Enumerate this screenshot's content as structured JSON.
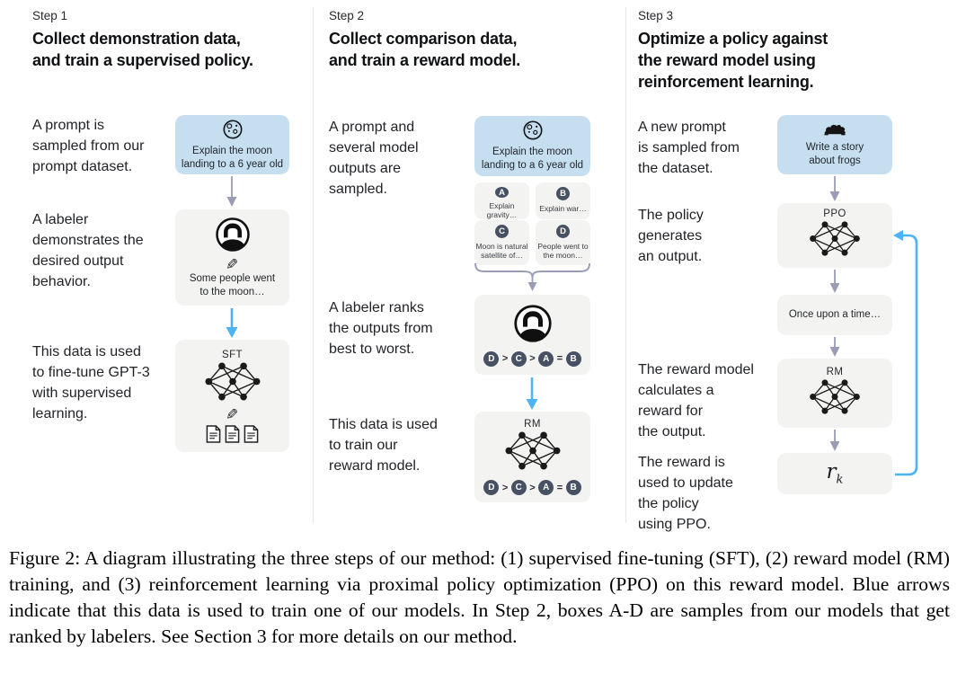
{
  "figure": {
    "step1": {
      "label": "Step 1",
      "title": "Collect demonstration data,\nand train a supervised policy.",
      "caption_prompt": "A prompt is\nsampled from our\nprompt dataset.",
      "caption_labeler": "A labeler\ndemonstrates the\ndesired output\nbehavior.",
      "caption_finetune": "This data is used\nto fine-tune GPT-3\nwith supervised\nlearning.",
      "prompt_box_text": "Explain the moon\nlanding to a 6 year old",
      "labeler_box_text": "Some people went\nto the moon…",
      "sft_label": "SFT"
    },
    "step2": {
      "label": "Step 2",
      "title": "Collect comparison data,\nand train a reward model.",
      "caption_sampled": "A prompt and\nseveral model\noutputs are\nsampled.",
      "caption_ranks": "A labeler ranks\nthe outputs from\nbest to worst.",
      "caption_train": "This data is used\nto train our\nreward model.",
      "prompt_box_text": "Explain the moon\nlanding to a 6 year old",
      "options": [
        {
          "key": "A",
          "text": "Explain gravity…"
        },
        {
          "key": "B",
          "text": "Explain war…"
        },
        {
          "key": "C",
          "text": "Moon is natural\nsatellite of…"
        },
        {
          "key": "D",
          "text": "People went to\nthe moon…"
        }
      ],
      "ranking": {
        "r0": "D",
        "s0": ">",
        "r1": "C",
        "s1": ">",
        "r2": "A",
        "s2": "=",
        "r3": "B"
      },
      "rm_label": "RM"
    },
    "step3": {
      "label": "Step 3",
      "title": "Optimize a policy against\nthe reward model using\nreinforcement learning.",
      "caption_new_prompt": "A new prompt\nis sampled from\nthe dataset.",
      "caption_policy": "The policy\ngenerates\nan output.",
      "caption_reward": "The reward model\ncalculates a\nreward for\nthe output.",
      "caption_update": "The reward is\nused to update\nthe policy\nusing PPO.",
      "prompt_box_text": "Write a story\nabout frogs",
      "ppo_label": "PPO",
      "output_box_text": "Once upon a time…",
      "rm_label": "RM",
      "reward_var": "r",
      "reward_sub": "k"
    }
  },
  "glyphs": {
    "pencil": "✎"
  },
  "icons": {
    "step1_prompt": "moon-icon",
    "step2_prompt": "moon-icon",
    "step3_prompt": "frog-icon",
    "labeler": "labeler-avatar-icon",
    "writing": "pencil-icon",
    "training_data": "document-icon",
    "model": "neural-network-icon"
  },
  "colors": {
    "prompt_box_bg": "#c6dff0",
    "model_box_bg": "#f3f3f1",
    "rank_circle_bg": "#485163",
    "gray_arrow": "#9a9cb5",
    "blue_arrow": "#4db3f6"
  },
  "caption": "Figure 2: A diagram illustrating the three steps of our method: (1) supervised fine-tuning (SFT), (2) reward model (RM) training, and (3) reinforcement learning via proximal policy optimization (PPO) on this reward model. Blue arrows indicate that this data is used to train one of our models. In Step 2, boxes A-D are samples from our models that get ranked by labelers. See Section 3 for more details on our method."
}
